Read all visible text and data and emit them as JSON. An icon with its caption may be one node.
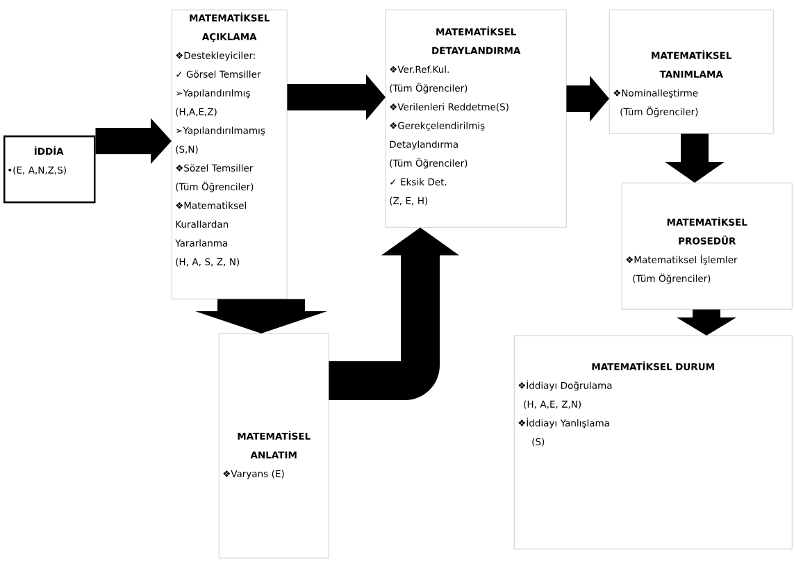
{
  "diagram": {
    "nodes": [
      {
        "text": [
          "İDDİA",
          "•(E, A,N,Z,S)"
        ]
      },
      {
        "text": [
          "MATEMATİKSEL AÇIKLAMA",
          "❖Destekleyiciler:",
          "✓ Görsel Temsiller",
          "➢Yapılandırılmış",
          "(H,A,E,Z)",
          "➢Yapılandırılmamış",
          "(S,N)",
          "❖Sözel Temsiller",
          "(Tüm Öğrenciler)",
          "❖Matematiksel Kurallardan Yararlanma",
          "(H, A, S, Z, N)"
        ]
      },
      {
        "text": [
          "MATEMATİKSEL DETAYLANDIRMA",
          "❖Ver.Ref.Kul.",
          "(Tüm Öğrenciler)",
          "❖Verilenleri Reddetme(S)",
          "❖Gerekçelendirilmiş Detaylandırma",
          "(Tüm Öğrenciler)",
          "✓ Eksik Det.",
          "(Z, E, H)"
        ]
      },
      {
        "text": [
          "MATEMATİKSEL TANIMLAMA",
          "❖Nominalleştirme",
          "(Tüm Öğrenciler)"
        ]
      },
      {
        "text": [
          "MATEMATİKSEL PROSEDÜR",
          "❖Matematiksel İşlemler",
          "(Tüm Öğrenciler)"
        ]
      },
      {
        "text": [
          "MATEMATİSEL ANLATIM",
          "❖Varyans (E)"
        ]
      },
      {
        "text": [
          "MATEMATİKSEL DURUM",
          "❖İddiayı Doğrulama",
          "(H, A,E, Z,N)",
          "❖İddiayı Yanlışlama",
          "(S)"
        ]
      }
    ],
    "edges": [
      {
        "from": 0,
        "to": 1,
        "arrow": "to"
      },
      {
        "from": 1,
        "to": 2,
        "arrow": "to"
      },
      {
        "from": 2,
        "to": 3,
        "arrow": "to"
      },
      {
        "from": 3,
        "to": 4,
        "arrow": "to"
      },
      {
        "from": 1,
        "to": 5,
        "arrow": "to"
      },
      {
        "from": 5,
        "to": 2,
        "arrow": "to"
      },
      {
        "from": 4,
        "to": 6,
        "arrow": "to"
      }
    ]
  }
}
